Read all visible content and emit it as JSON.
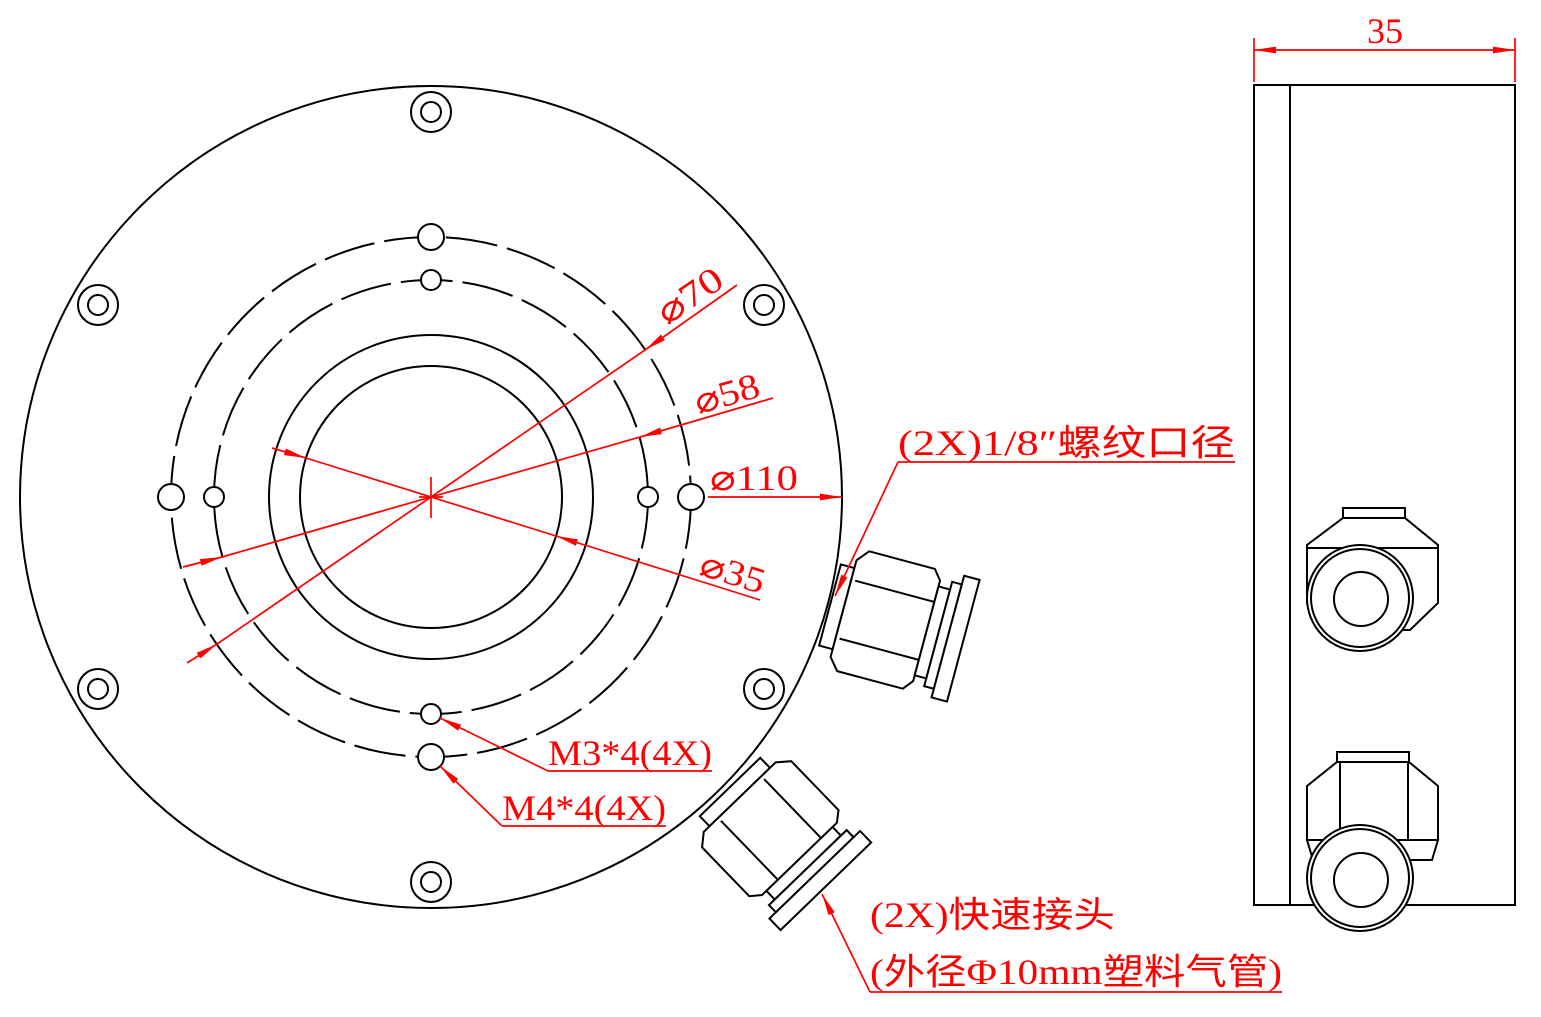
{
  "front_view": {
    "dimensions": {
      "d70": "⌀70",
      "d58": "⌀58",
      "d110": "⌀110",
      "d35": "⌀35"
    },
    "callouts": {
      "thread_port": "(2X)1/8″螺纹口径",
      "m3_holes": "M3*4(4X)",
      "m4_holes": "M4*4(4X)",
      "quick_fitting_line1": "(2X)快速接头",
      "quick_fitting_line2": "(外径Φ10mm塑料气管)"
    }
  },
  "side_view": {
    "width_dimension": "35"
  },
  "colors": {
    "dimension": "#ff0000",
    "outline": "#000000",
    "background": "#ffffff"
  }
}
